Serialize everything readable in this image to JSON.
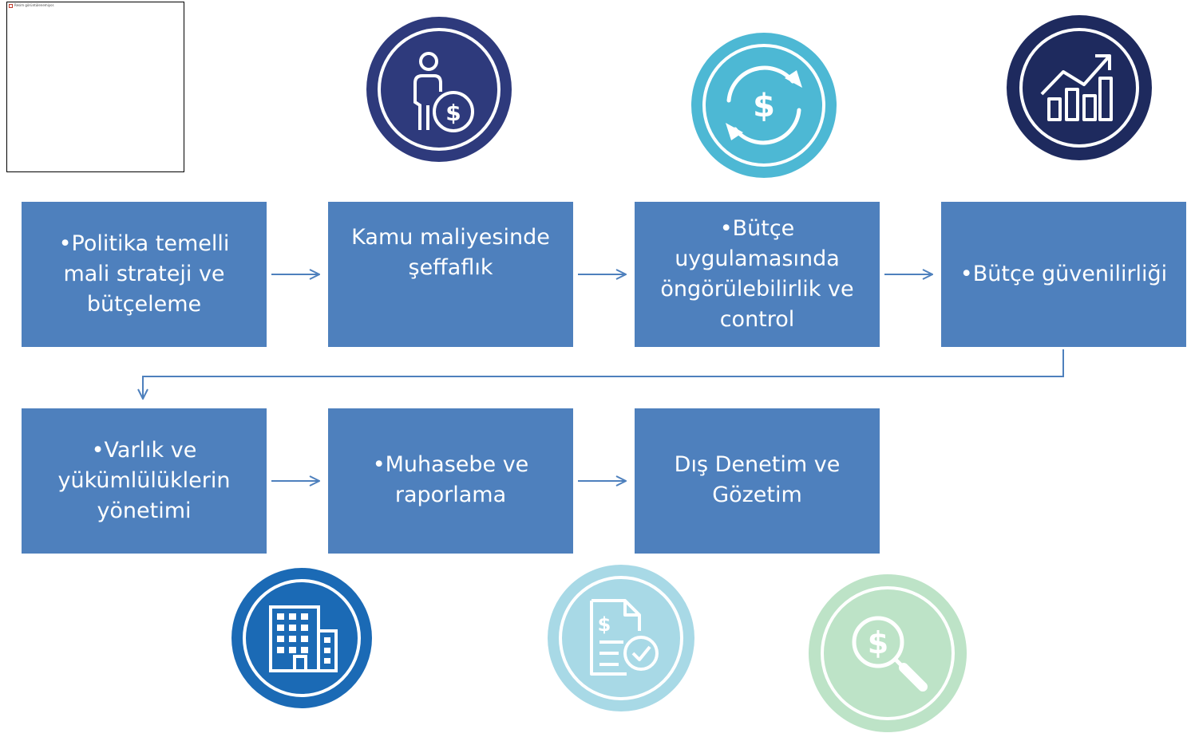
{
  "image_placeholder": {
    "text": "Resim görüntülenemiyor."
  },
  "steps": [
    {
      "id": "step1",
      "label": "•Politika temelli mali strateji ve bütçeleme"
    },
    {
      "id": "step2",
      "label": "Kamu maliyesinde şeffaflık"
    },
    {
      "id": "step3",
      "label": "•Bütçe uygulamasında öngörülebilirlik ve control"
    },
    {
      "id": "step4",
      "label": "•Bütçe güvenilirliği"
    },
    {
      "id": "step5",
      "label": "•Varlık ve yükümlülüklerin yönetimi"
    },
    {
      "id": "step6",
      "label": "•Muhasebe ve raporlama"
    },
    {
      "id": "step7",
      "label": "Dış Denetim ve Gözetim"
    }
  ],
  "icons": [
    {
      "name": "person-dollar-icon",
      "color": "#2e3a7c",
      "symbol": "$"
    },
    {
      "name": "dollar-cycle-icon",
      "color": "#4db8d4",
      "symbol": "$"
    },
    {
      "name": "growth-chart-icon",
      "color": "#1e2a5e"
    },
    {
      "name": "office-building-icon",
      "color": "#1b6ab5"
    },
    {
      "name": "invoice-check-icon",
      "color": "#a8d9e6",
      "symbol": "$"
    },
    {
      "name": "dollar-search-icon",
      "color": "#bde3c7",
      "symbol": "$"
    }
  ],
  "colors": {
    "box": "#4e80bd",
    "arrow": "#4e80bd",
    "text": "#ffffff"
  }
}
